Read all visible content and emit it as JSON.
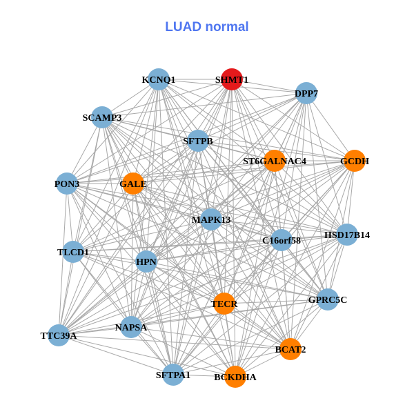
{
  "title": "LUAD normal",
  "colors": {
    "blue": "#7bafd4",
    "orange": "#ff7f00",
    "red": "#e41a1c",
    "edge": "#a8a8a8",
    "title": "#4f76f0"
  },
  "nodes": [
    {
      "label": "SHMT1",
      "color": "red"
    },
    {
      "label": "KCNQ1",
      "color": "blue"
    },
    {
      "label": "DPP7",
      "color": "blue"
    },
    {
      "label": "SCAMP3",
      "color": "blue"
    },
    {
      "label": "SFTPB",
      "color": "blue"
    },
    {
      "label": "ST6GALNAC4",
      "color": "orange"
    },
    {
      "label": "GCDH",
      "color": "orange"
    },
    {
      "label": "PON3",
      "color": "blue"
    },
    {
      "label": "GALE",
      "color": "orange"
    },
    {
      "label": "MAPK13",
      "color": "blue"
    },
    {
      "label": "C16orf58",
      "color": "blue"
    },
    {
      "label": "HSD17B14",
      "color": "blue"
    },
    {
      "label": "TLCD1",
      "color": "blue"
    },
    {
      "label": "HPN",
      "color": "blue"
    },
    {
      "label": "TECR",
      "color": "orange"
    },
    {
      "label": "GPRC5C",
      "color": "blue"
    },
    {
      "label": "NAPSA",
      "color": "blue"
    },
    {
      "label": "TTC39A",
      "color": "blue"
    },
    {
      "label": "BCAT2",
      "color": "orange"
    },
    {
      "label": "SFTPA1",
      "color": "blue"
    },
    {
      "label": "BCKDHA",
      "color": "orange"
    }
  ],
  "adjacency": [
    [
      1,
      2,
      3,
      4,
      5,
      6,
      7,
      8,
      9,
      10,
      11,
      13,
      14,
      15,
      16,
      17,
      18,
      19,
      20
    ],
    [
      2,
      3,
      4,
      5,
      6,
      7,
      8,
      9,
      10,
      11,
      12,
      13,
      14,
      15,
      16,
      17,
      18,
      19,
      20
    ],
    [
      3,
      4,
      5,
      6,
      7,
      8,
      9,
      10,
      11,
      13,
      14,
      15,
      17,
      18,
      19,
      20
    ],
    [
      4,
      5,
      6,
      7,
      8,
      9,
      10,
      11,
      12,
      13,
      14,
      15,
      16,
      17,
      18,
      19,
      20
    ],
    [
      5,
      6,
      7,
      8,
      9,
      10,
      11,
      12,
      13,
      14,
      15,
      16,
      17,
      18,
      19,
      20
    ],
    [
      6,
      7,
      8,
      9,
      10,
      11,
      12,
      13,
      14,
      15,
      16,
      17,
      18,
      19,
      20
    ],
    [
      7,
      8,
      9,
      10,
      11,
      12,
      13,
      14,
      15,
      16,
      17,
      18,
      19,
      20
    ],
    [
      8,
      9,
      10,
      11,
      12,
      13,
      14,
      15,
      16,
      17,
      18,
      19,
      20
    ],
    [
      9,
      10,
      11,
      12,
      13,
      14,
      15,
      16,
      17,
      18,
      19,
      20
    ],
    [
      10,
      11,
      12,
      13,
      14,
      15,
      16,
      17,
      18,
      19,
      20
    ],
    [
      11,
      12,
      13,
      14,
      15,
      16,
      17,
      18,
      19,
      20
    ],
    [
      12,
      13,
      14,
      15,
      16,
      17,
      18,
      19,
      20
    ],
    [
      13,
      14,
      15,
      16,
      17,
      18,
      19
    ],
    [
      14,
      15,
      16,
      17,
      18,
      19,
      20
    ],
    [
      15,
      16,
      17,
      18,
      19,
      20
    ],
    [
      16,
      17,
      18,
      19,
      20
    ],
    [
      17,
      18,
      19,
      20
    ],
    [
      18,
      19,
      20
    ],
    [
      19,
      20
    ],
    [
      20
    ],
    []
  ]
}
